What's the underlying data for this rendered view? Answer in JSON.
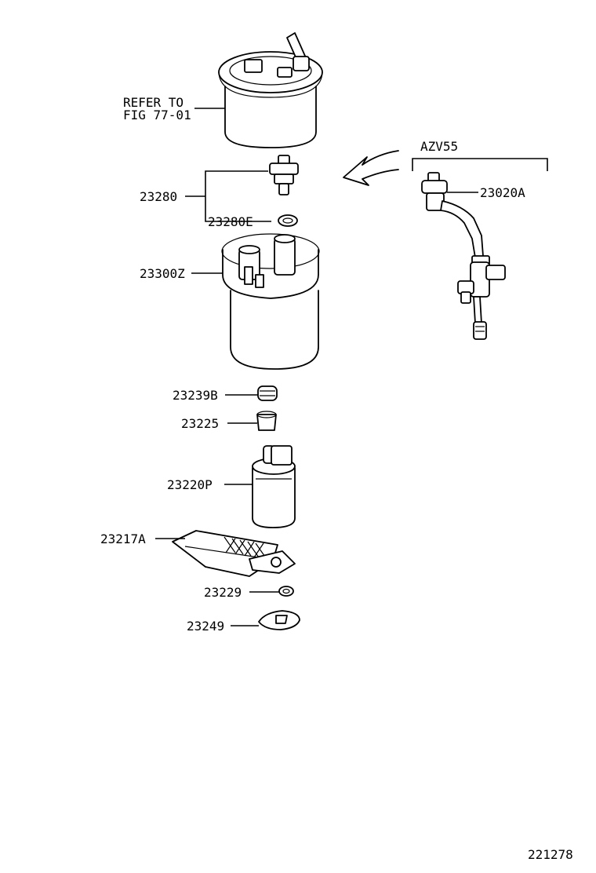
{
  "labels": {
    "refer_line1": "REFER TO",
    "refer_line2": "FIG 77-01",
    "p23280": "23280",
    "p23280e": "23280E",
    "p23300z": "23300Z",
    "p23239b": "23239B",
    "p23225": "23225",
    "p23220p": "23220P",
    "p23217a": "23217A",
    "p23229": "23229",
    "p23249": "23249",
    "p23020a": "23020A",
    "variant": "AZV55",
    "illustration_no": "221278"
  }
}
